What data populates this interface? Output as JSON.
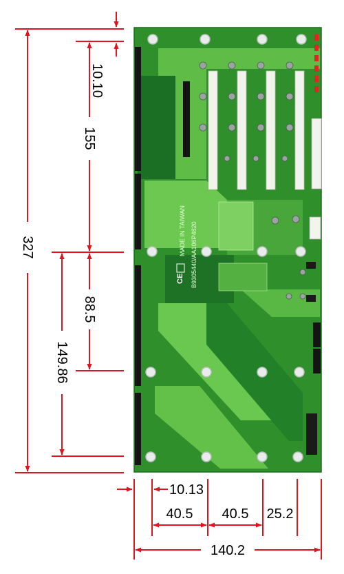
{
  "colors": {
    "dimension_line": "#e0141e",
    "board_green": "#2f8f2a",
    "board_light": "#63c24a",
    "board_dark": "#145f1f",
    "slot_white": "#f3f3ee",
    "connector_black": "#141414"
  },
  "dimensions": {
    "vertical": [
      {
        "id": "total-height",
        "label": "327"
      },
      {
        "id": "top-offset",
        "label": "10.10"
      },
      {
        "id": "upper-span",
        "label": "155"
      },
      {
        "id": "lower-span-a",
        "label": "88.5"
      },
      {
        "id": "lower-span-b",
        "label": "149.86"
      }
    ],
    "horizontal": [
      {
        "id": "left-offset",
        "label": "10.13"
      },
      {
        "id": "slot-pitch-1",
        "label": "40.5"
      },
      {
        "id": "slot-pitch-2",
        "label": "40.5"
      },
      {
        "id": "slot-pitch-3",
        "label": "25.2"
      },
      {
        "id": "total-width",
        "label": "140.2"
      }
    ]
  },
  "board": {
    "silkscreen_made_in": "MADE IN TAIWAN",
    "silkscreen_part_no": "B9305440/AA106P4820",
    "ce_mark": "CE"
  }
}
